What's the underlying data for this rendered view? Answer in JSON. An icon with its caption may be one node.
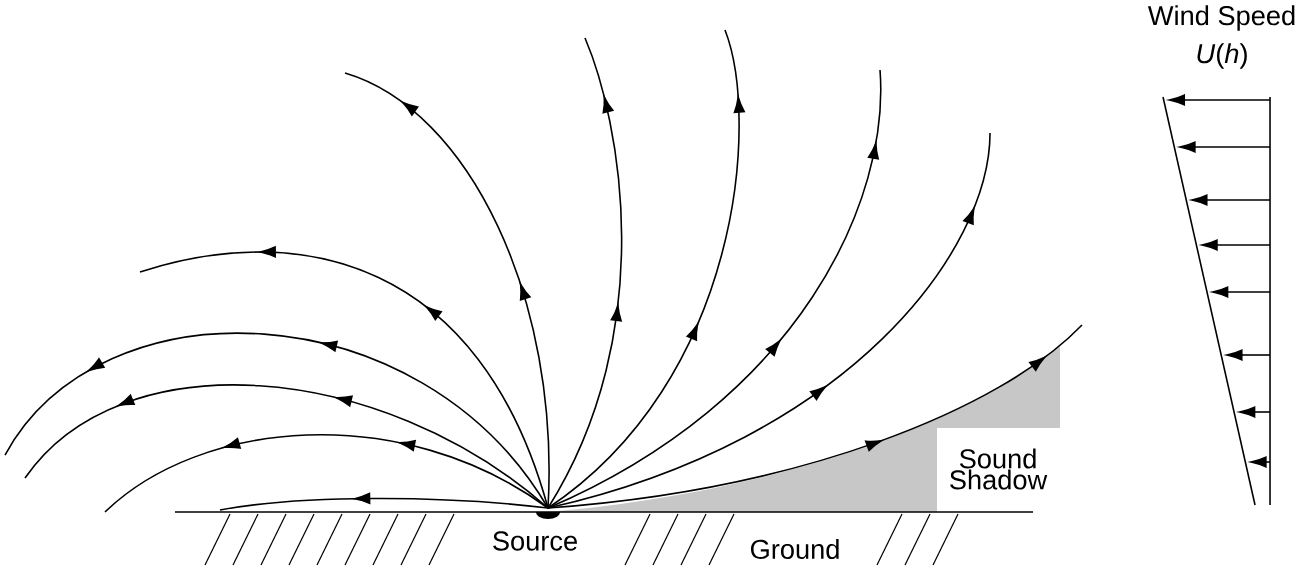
{
  "diagram": {
    "labels": [
      "Wind Speed",
      "*U*(*h*)",
      "Sound Shadow",
      "Source",
      "Ground"
    ]
  }
}
